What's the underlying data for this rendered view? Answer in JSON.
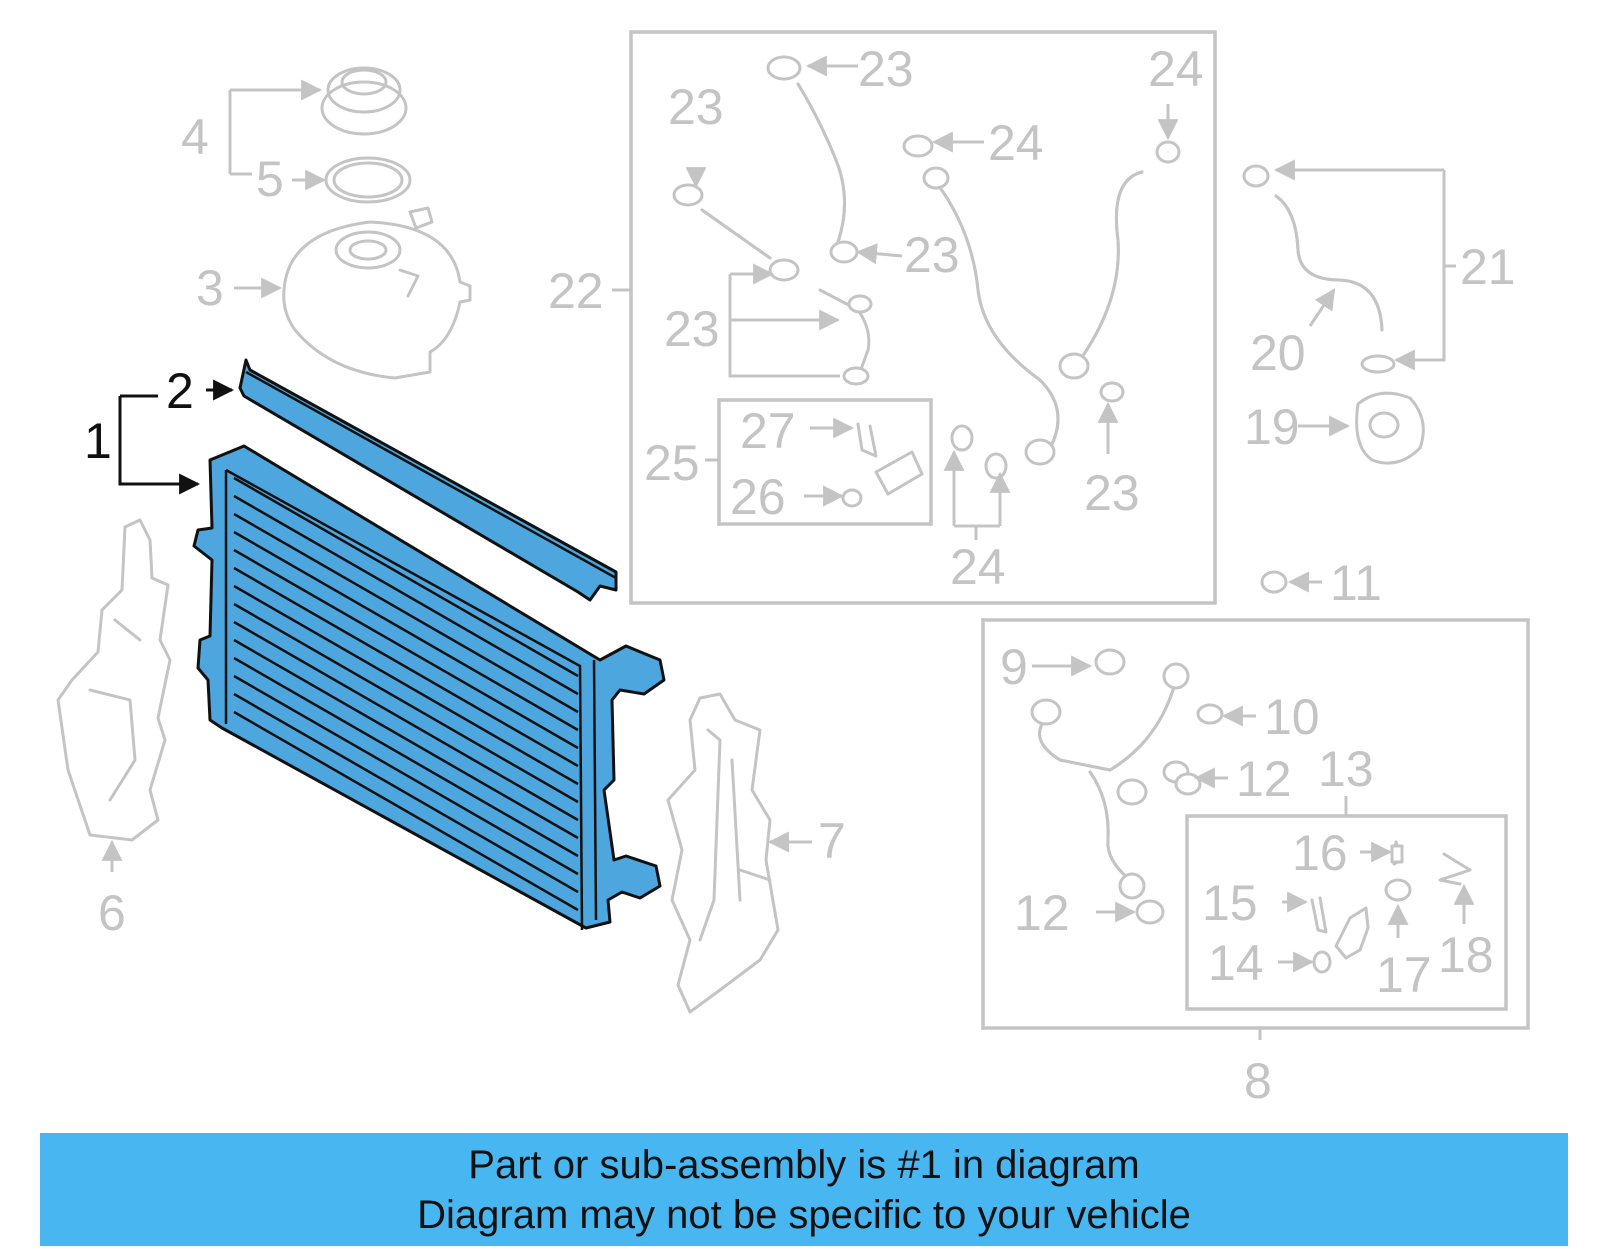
{
  "diagram": {
    "callouts": [
      {
        "id": "1",
        "text": "1",
        "highlighted": true
      },
      {
        "id": "2",
        "text": "2",
        "highlighted": true
      },
      {
        "id": "3",
        "text": "3"
      },
      {
        "id": "4",
        "text": "4"
      },
      {
        "id": "5",
        "text": "5"
      },
      {
        "id": "6",
        "text": "6"
      },
      {
        "id": "7",
        "text": "7"
      },
      {
        "id": "8",
        "text": "8"
      },
      {
        "id": "9",
        "text": "9"
      },
      {
        "id": "10",
        "text": "10"
      },
      {
        "id": "11",
        "text": "11"
      },
      {
        "id": "12a",
        "text": "12"
      },
      {
        "id": "12b",
        "text": "12"
      },
      {
        "id": "13",
        "text": "13"
      },
      {
        "id": "14",
        "text": "14"
      },
      {
        "id": "15",
        "text": "15"
      },
      {
        "id": "16",
        "text": "16"
      },
      {
        "id": "17",
        "text": "17"
      },
      {
        "id": "18",
        "text": "18"
      },
      {
        "id": "19",
        "text": "19"
      },
      {
        "id": "20",
        "text": "20"
      },
      {
        "id": "21",
        "text": "21"
      },
      {
        "id": "22",
        "text": "22"
      },
      {
        "id": "23a",
        "text": "23"
      },
      {
        "id": "23b",
        "text": "23"
      },
      {
        "id": "23c",
        "text": "23"
      },
      {
        "id": "23d",
        "text": "23"
      },
      {
        "id": "23e",
        "text": "23"
      },
      {
        "id": "24a",
        "text": "24"
      },
      {
        "id": "24b",
        "text": "24"
      },
      {
        "id": "24c",
        "text": "24"
      },
      {
        "id": "25",
        "text": "25"
      },
      {
        "id": "26",
        "text": "26"
      },
      {
        "id": "27",
        "text": "27"
      }
    ],
    "highlight_color": "#4ea6df",
    "ghost_color": "#c4c4c4"
  },
  "banner": {
    "line1": "Part or sub-assembly is #1 in diagram",
    "line2": "Diagram may not be specific to your vehicle",
    "background": "#48b6f0"
  }
}
